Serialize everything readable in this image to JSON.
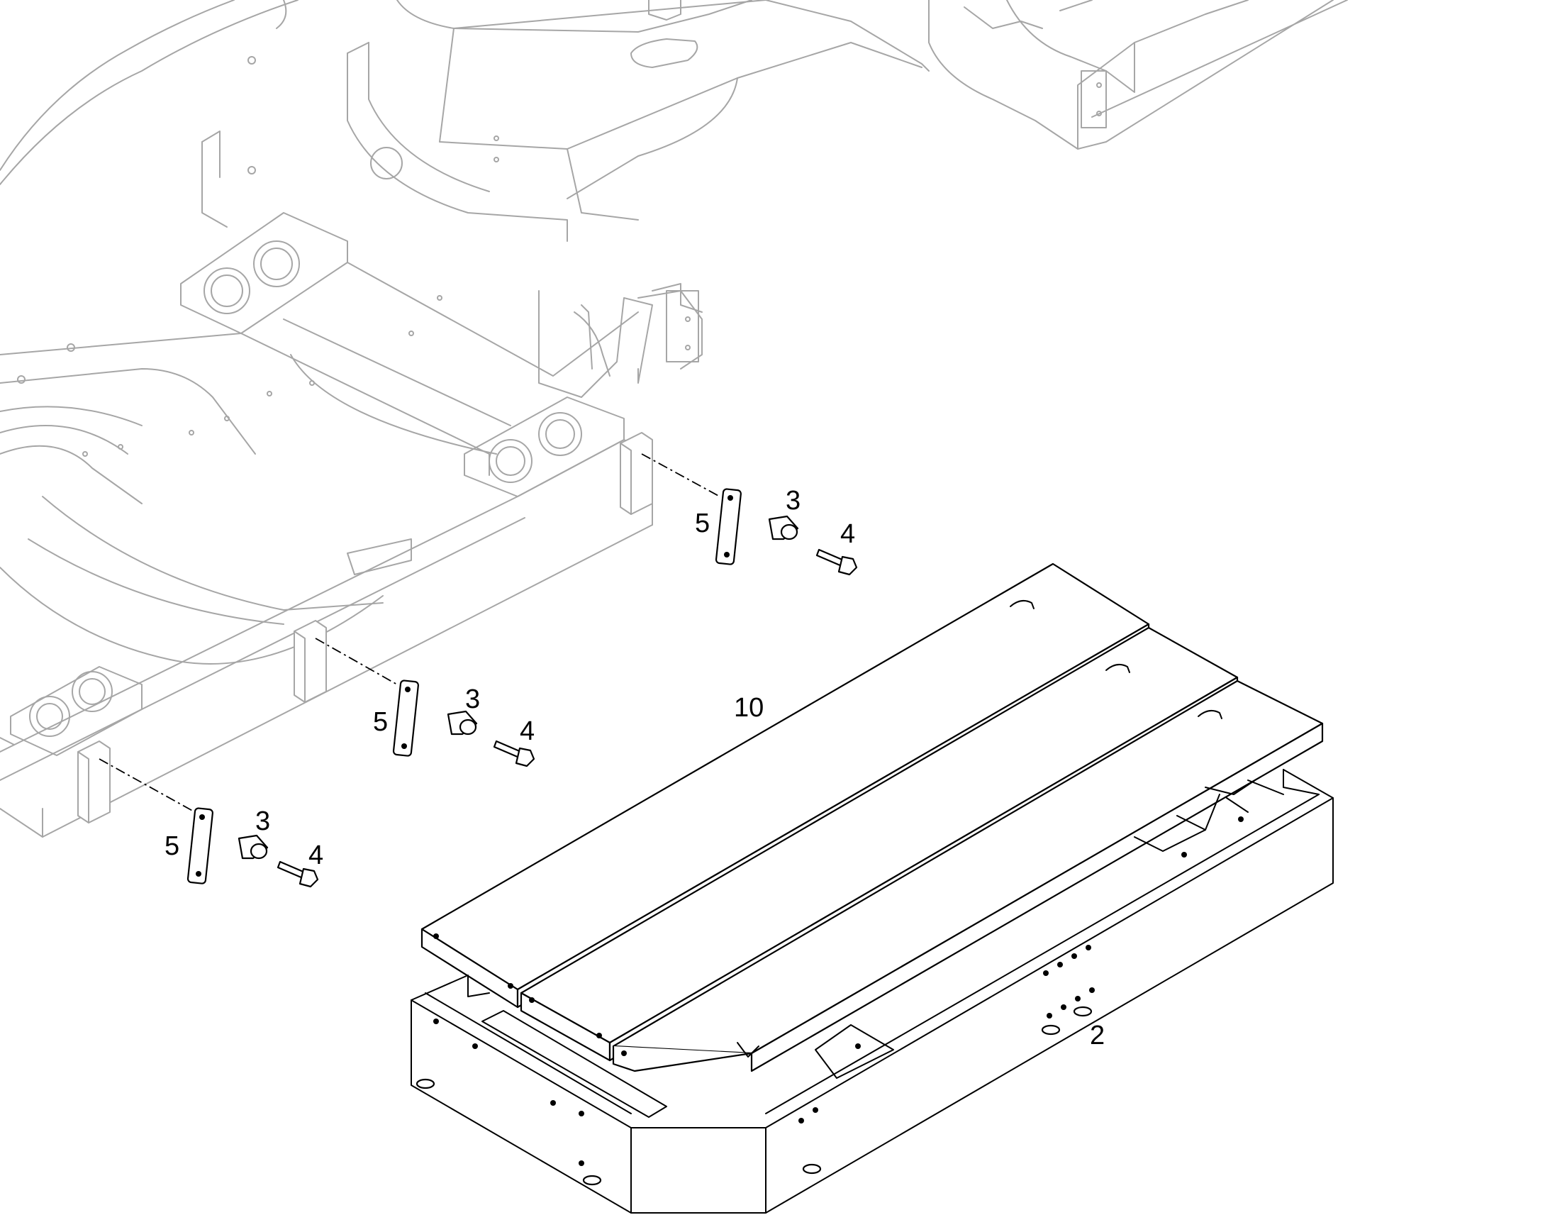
{
  "callouts": {
    "item_2": "2",
    "item_3": "3",
    "item_4": "4",
    "item_5": "5",
    "item_10": "10"
  }
}
